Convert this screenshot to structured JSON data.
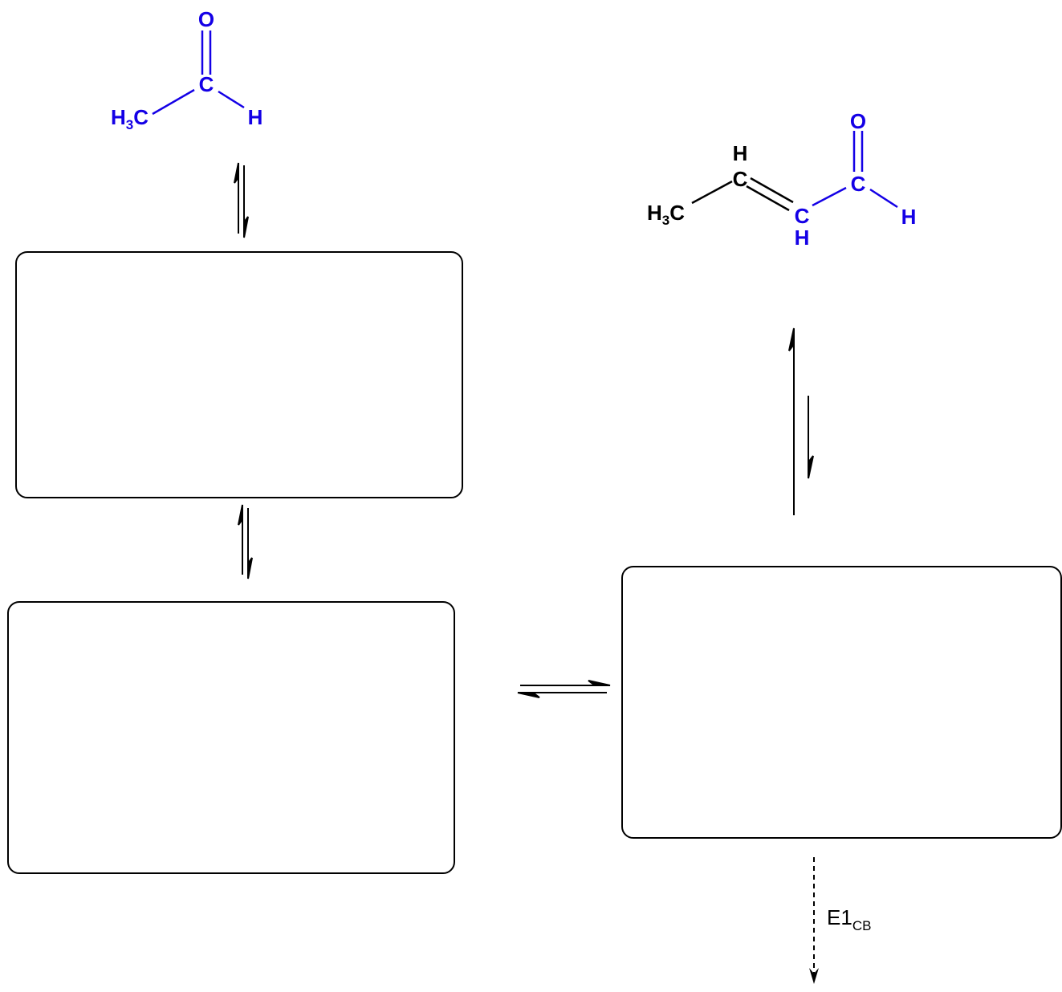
{
  "colors": {
    "highlight": "#1400e6",
    "ink": "#000000"
  },
  "acetaldehyde": {
    "atom_o": "O",
    "atom_c": "C",
    "methyl_h": "H",
    "methyl_sub": "3",
    "methyl_c": "C",
    "atom_h": "H"
  },
  "crotonaldehyde": {
    "atom_o": "O",
    "carbonyl_c": "C",
    "carbonyl_h": "H",
    "alpha_c": "C",
    "alpha_h": "H",
    "beta_c": "C",
    "beta_h": "H",
    "methyl_h": "H",
    "methyl_sub": "3",
    "methyl_c": "C"
  },
  "elimination": {
    "label_main": "E1",
    "label_sub": "CB"
  },
  "boxes": [
    {
      "id": "box-1",
      "content": ""
    },
    {
      "id": "box-2",
      "content": ""
    },
    {
      "id": "box-3",
      "content": ""
    }
  ]
}
